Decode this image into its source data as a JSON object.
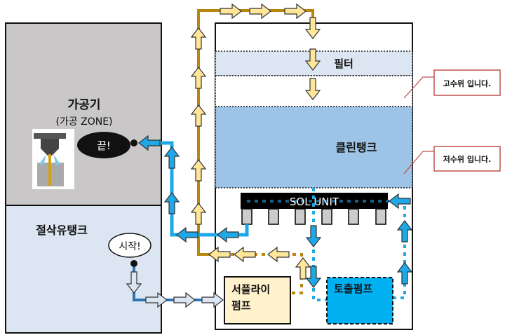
{
  "machine": {
    "title": "가공기",
    "subtitle": "(가공 ZONE)",
    "end_label": "끝!"
  },
  "coolant_tank": {
    "title": "절삭유탱크",
    "start_label": "시작!"
  },
  "tank": {
    "filter_label": "필터",
    "clean_tank_label": "클린탱크",
    "sol_unit_label": "SOL UNIT",
    "supply_pump_line1": "서플라이",
    "supply_pump_line2": "펌프",
    "discharge_pump_label": "토출펌프"
  },
  "callouts": {
    "high_level": "고수위 입니다.",
    "low_level": "저수위 입니다."
  },
  "colors": {
    "gold_pipe": "#b8860b",
    "blue_pipe": "#1fa8e8",
    "arrow_yellow": "#ffe699",
    "clean_tank": "#9dc3e6",
    "discharge_pump": "#00b0f0",
    "supply_pump": "#fff2cc"
  }
}
